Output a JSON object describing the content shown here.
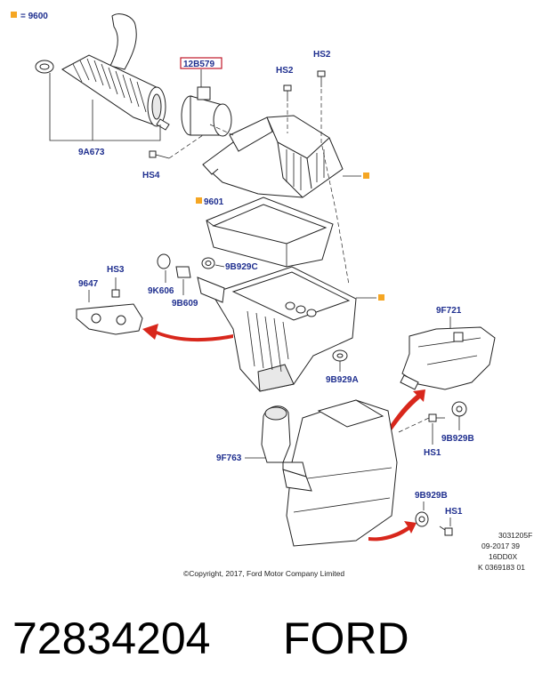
{
  "legend": {
    "code": "= 9600",
    "marker_color": "#f5a623"
  },
  "labels": {
    "p9A673": "9A673",
    "p12B579": "12B579",
    "hs2_left": "HS2",
    "hs2_right": "HS2",
    "hs4": "HS4",
    "p9601": "9601",
    "p9647": "9647",
    "hs3": "HS3",
    "p9K606": "9K606",
    "p9B609": "9B609",
    "p9B929C": "9B929C",
    "p9F721": "9F721",
    "p9B929A": "9B929A",
    "p9F763": "9F763",
    "p9B929B_top": "9B929B",
    "hs1_top": "HS1",
    "p9B929B_bottom": "9B929B",
    "hs1_bottom": "HS1"
  },
  "reference": [
    "3031205F",
    "09-2017 39",
    "16DD0X",
    "K 0369183 01"
  ],
  "copyright": "©Copyright, 2017, Ford Motor Company Limited",
  "part_number": "72834204",
  "brand": "FORD",
  "colors": {
    "label": "#1f2f8f",
    "arrow": "#d8271c",
    "highlight_box": "#c0182a",
    "marker": "#f5a623"
  }
}
